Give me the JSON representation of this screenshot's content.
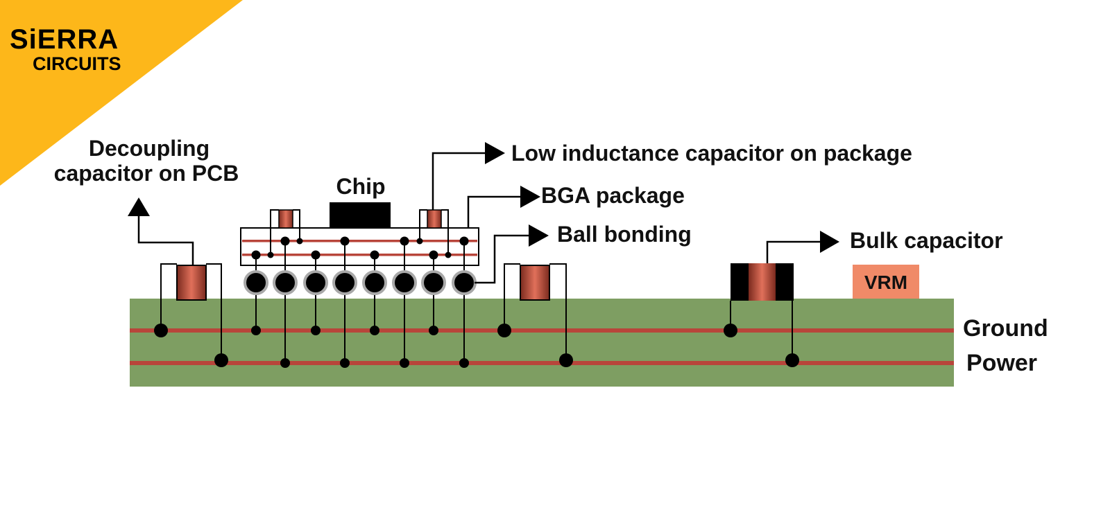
{
  "brand": {
    "line1": "SiERRA",
    "line2": "CIRCUITS",
    "color": "#FDB71A"
  },
  "labels": {
    "decoupling_line1": "Decoupling",
    "decoupling_line2": "capacitor on PCB",
    "chip": "Chip",
    "low_inductance": "Low inductance capacitor on package",
    "bga_package": "BGA package",
    "ball_bonding": "Ball bonding",
    "bulk_capacitor": "Bulk capacitor",
    "vrm": "VRM",
    "ground": "Ground",
    "power": "Power"
  },
  "colors": {
    "pcb": "#7E9E62",
    "trace": "#B8453A",
    "capacitor": "#C0503E",
    "vrm": "#F08A68",
    "ink": "#000000"
  }
}
